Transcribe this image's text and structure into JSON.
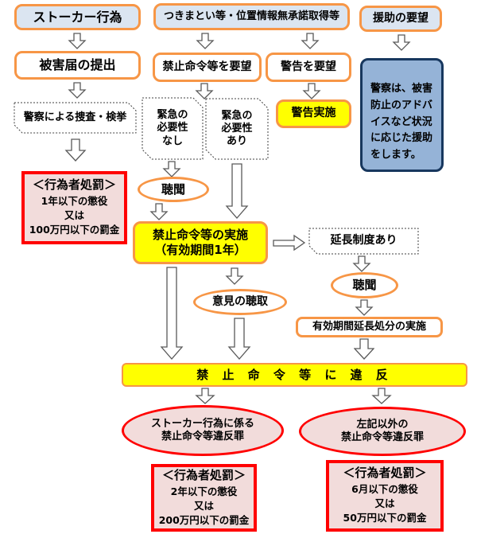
{
  "colors": {
    "accent_orange": "#F79646",
    "highlight_yellow": "#FFFF00",
    "light_blue_fill": "#DBE5F1",
    "blue_note_fill": "#95B3D7",
    "blue_note_border": "#17375E",
    "alert_red": "#FF0000",
    "pink_fill": "#F2DCDB"
  },
  "nodes": {
    "stalker": {
      "label": "ストーカー行為"
    },
    "tsukimatoi": {
      "label": "つきまとい等・位置情報無承諾取得等"
    },
    "enjo": {
      "label": "援助の要望"
    },
    "higai": {
      "label": "被害届の提出"
    },
    "kinshi_req": {
      "label": "禁止命令等を要望"
    },
    "keikoku_req": {
      "label": "警告を要望"
    },
    "police_note": {
      "label": "警察は、被害防止のアドバイスなど状況に応じた援助をします。"
    },
    "sousa": {
      "label": "警察による捜査・検挙"
    },
    "kinkyu_nashi": {
      "lines": [
        "緊急の",
        "必要性",
        "なし"
      ]
    },
    "kinkyu_ari": {
      "lines": [
        "緊急の",
        "必要性",
        "あり"
      ]
    },
    "keikoku_jisshi": {
      "label": "警告実施"
    },
    "punish1": {
      "title": "＜行為者処罰＞",
      "lines": [
        "1年以下の懲役",
        "又は",
        "100万円以下の罰金"
      ]
    },
    "chomon1": {
      "label": "聴聞"
    },
    "kinshi_jisshi": {
      "lines": [
        "禁止命令等の実施",
        "（有効期間1年）"
      ]
    },
    "encho": {
      "label": "延長制度あり"
    },
    "chomon2": {
      "label": "聴聞"
    },
    "iken": {
      "label": "意見の聴取"
    },
    "encho_jisshi": {
      "label": "有効期間延長処分の実施"
    },
    "ihan_bar": {
      "label": "禁 止 命 令 等 に 違 反"
    },
    "oval_left": {
      "lines": [
        "ストーカー行為に係る",
        "禁止命令等違反罪"
      ]
    },
    "oval_right": {
      "lines": [
        "左記以外の",
        "禁止命令等違反罪"
      ]
    },
    "punish2": {
      "title": "＜行為者処罰＞",
      "lines": [
        "2年以下の懲役",
        "又は",
        "200万円以下の罰金"
      ]
    },
    "punish3": {
      "title": "＜行為者処罰＞",
      "lines": [
        "6月以下の懲役",
        "又は",
        "50万円以下の罰金"
      ]
    }
  }
}
